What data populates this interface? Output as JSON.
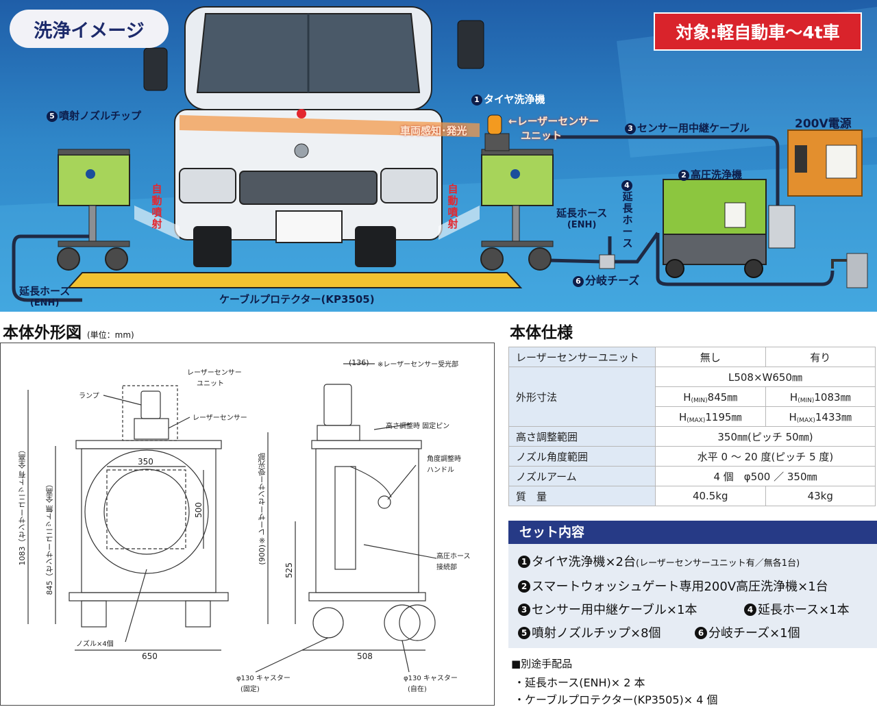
{
  "hero": {
    "title": "洗浄イメージ",
    "target": "対象:軽自動車〜4t車",
    "labels": {
      "nozzle_tip": "噴射ノズルチップ",
      "nozzle_tip_num": "5",
      "tire_washer": "タイヤ洗浄機",
      "tire_washer_num": "1",
      "laser_sensor_1": "←レーザーセンサー",
      "laser_sensor_2": "ユニット",
      "vehicle_detect": "車両感知･発光",
      "sensor_cable": "センサー用中継ケーブル",
      "sensor_cable_num": "3",
      "power": "200V電源",
      "hp_washer": "高圧洗浄機",
      "hp_washer_num": "2",
      "auto_spray": "自動噴射",
      "ext_hose_v": "延長ホース",
      "ext_hose_v_num": "4",
      "ext_hose_mid": "延長ホース",
      "ext_hose_mid_sub": "(ENH)",
      "ext_hose_left": "延長ホース",
      "ext_hose_left_sub": "(ENH)",
      "branch_tee": "分岐チーズ",
      "branch_tee_num": "6",
      "cable_protector": "ケーブルプロテクター(KP3505)"
    }
  },
  "drawing": {
    "title": "本体外形図",
    "unit": "(単位：mm)",
    "labels": {
      "laser_unit_1": "レーザーセンサー",
      "laser_unit_2": "ユニット",
      "lamp": "ランプ",
      "laser_sensor": "レーザーセンサー",
      "dim_136": "(136)",
      "receiver": "※レーザーセンサー受光部",
      "height_pin": "高さ調整時 固定ピン",
      "angle_handle_1": "角度調整時",
      "angle_handle_2": "ハンドル",
      "hp_hose_1": "高圧ホース",
      "hp_hose_2": "接続部",
      "nozzle_x4": "ノズル×4個",
      "caster_fixed": "φ130 キャスター",
      "caster_fixed_sub": "(固定)",
      "caster_free": "φ130 キャスター",
      "caster_free_sub": "(自在)",
      "dim_350": "350",
      "dim_500": "500",
      "dim_650": "650",
      "dim_508": "508",
      "dim_525": "525",
      "dim_1083": "1083（センサーユニット有 全高）",
      "dim_845": "845（センサーユニット無 全高）",
      "dim_900": "(900)※レーザーセンサー受光部"
    }
  },
  "spec": {
    "title": "本体仕様",
    "header": {
      "label": "レーザーセンサーユニット",
      "none": "無し",
      "with": "有り"
    },
    "rows": {
      "size_label": "外形寸法",
      "size_lw": "L508×W650㎜",
      "h_min_none_pre": "H",
      "h_min_none_sub": "(MIN)",
      "h_min_none_val": "845㎜",
      "h_min_with_pre": "H",
      "h_min_with_sub": "(MIN)",
      "h_min_with_val": "1083㎜",
      "h_max_none_pre": "H",
      "h_max_none_sub": "(MAX)",
      "h_max_none_val": "1195㎜",
      "h_max_with_pre": "H",
      "h_max_with_sub": "(MAX)",
      "h_max_with_val": "1433㎜",
      "height_label": "高さ調整範囲",
      "height_val": "350㎜(ピッチ 50㎜)",
      "angle_label": "ノズル角度範囲",
      "angle_val": "水平 0 ～ 20 度(ピッチ 5 度)",
      "arm_label": "ノズルアーム",
      "arm_val": "4 個　φ500 ／ 350㎜",
      "mass_label": "質　量",
      "mass_none": "40.5kg",
      "mass_with": "43kg"
    }
  },
  "set": {
    "title": "セット内容",
    "items": [
      {
        "num": "1",
        "text": "タイヤ洗浄機×2台",
        "note": "(レーザーセンサーユニット有／無各1台)"
      },
      {
        "num": "2",
        "text": "スマートウォッシュゲート専用200V高圧洗浄機×1台"
      },
      {
        "num": "3",
        "text": "センサー用中継ケーブル×1本"
      },
      {
        "num": "4",
        "text": "延長ホース×1本"
      },
      {
        "num": "5",
        "text": "噴射ノズルチップ×8個"
      },
      {
        "num": "6",
        "text": "分岐チーズ×1個"
      }
    ],
    "extra_title": "■別途手配品",
    "extra": [
      "・延長ホース(ENH)× 2 本",
      "・ケーブルプロテクター(KP3505)× 4 個"
    ]
  }
}
